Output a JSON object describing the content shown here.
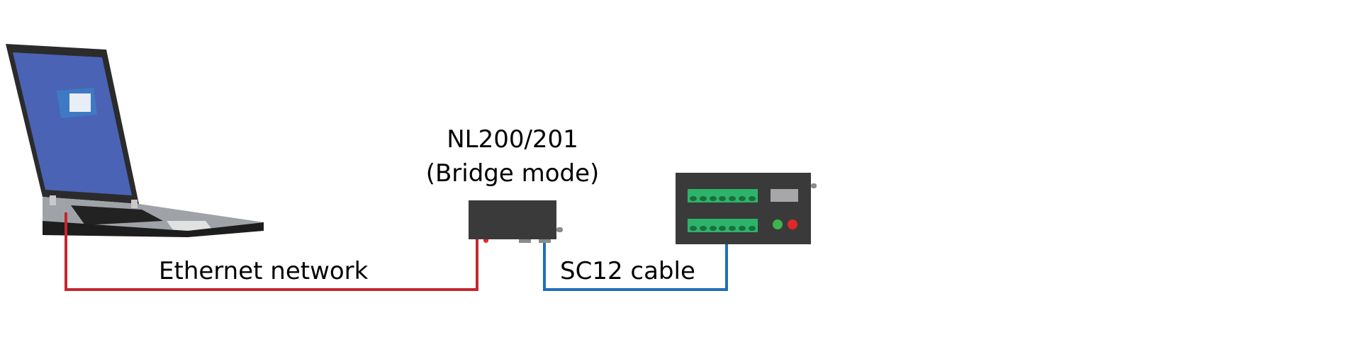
{
  "labels": {
    "bridge_name": "NL200/201",
    "bridge_mode": "(Bridge mode)",
    "ethernet": "Ethernet network",
    "sc12": "SC12 cable"
  },
  "colors": {
    "ethernet_wire": "#c4262e",
    "sc12_wire": "#1f6fb8",
    "device_body": "#3a3a3a",
    "terminal_green": "#2db36b"
  },
  "icons": {
    "computer": "laptop-icon",
    "bridge": "nl200-device-icon",
    "datalogger": "datalogger-icon"
  }
}
